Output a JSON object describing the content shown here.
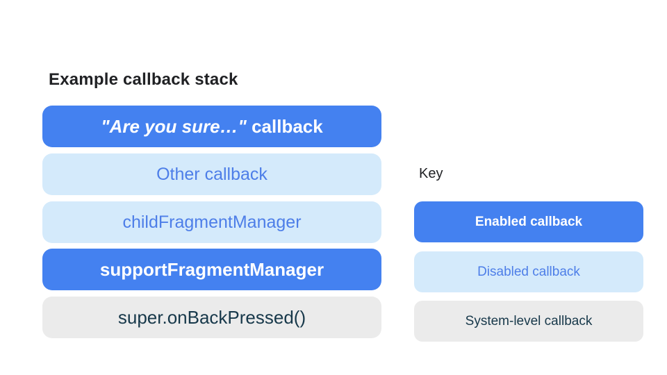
{
  "title": "Example callback stack",
  "stack": {
    "bars": [
      {
        "type": "enabled",
        "label_quote": "\"Are you sure…\"",
        "label_rest": " callback"
      },
      {
        "type": "disabled",
        "label": "Other callback"
      },
      {
        "type": "disabled",
        "label": "childFragmentManager"
      },
      {
        "type": "enabled",
        "label": "supportFragmentManager"
      },
      {
        "type": "system",
        "label": "super.onBackPressed()"
      }
    ]
  },
  "key": {
    "heading": "Key",
    "items": [
      {
        "type": "enabled",
        "label": "Enabled callback"
      },
      {
        "type": "disabled",
        "label": "Disabled callback"
      },
      {
        "type": "system",
        "label": "System-level callback"
      }
    ]
  },
  "colors": {
    "enabled_bg": "#4481F0",
    "enabled_text": "#FFFFFF",
    "disabled_bg": "#D4EAFB",
    "disabled_text": "#4D7EE8",
    "system_bg": "#EBEBEB",
    "system_text": "#17384A",
    "heading_text": "#202124",
    "page_bg": "#FFFFFF"
  }
}
